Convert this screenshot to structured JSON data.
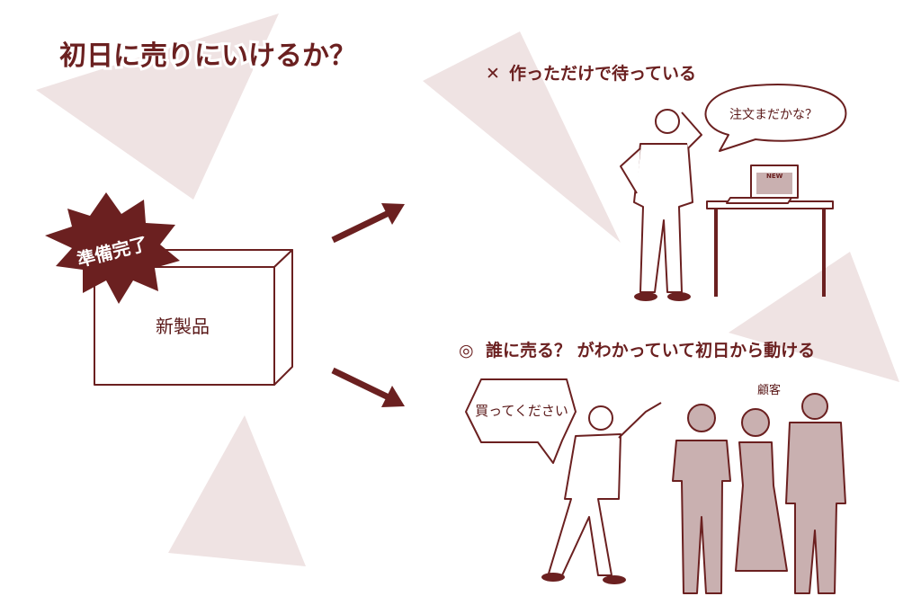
{
  "title": "初日に売りにいけるか？",
  "badge": "準備完了",
  "product": "新製品",
  "bad_case": {
    "mark": "✕",
    "label": "作っただけで待っている",
    "speech": "注文まだかな？",
    "screen_label": "NEW"
  },
  "good_case": {
    "mark": "◎",
    "label": "誰に売る？ がわかっていて初日から動ける",
    "speech": "買ってください",
    "customers_label": "顧客"
  },
  "colors": {
    "accent": "#6b2020",
    "background_shape": "#efe3e3",
    "customer_fill": "#c9b0b0"
  }
}
